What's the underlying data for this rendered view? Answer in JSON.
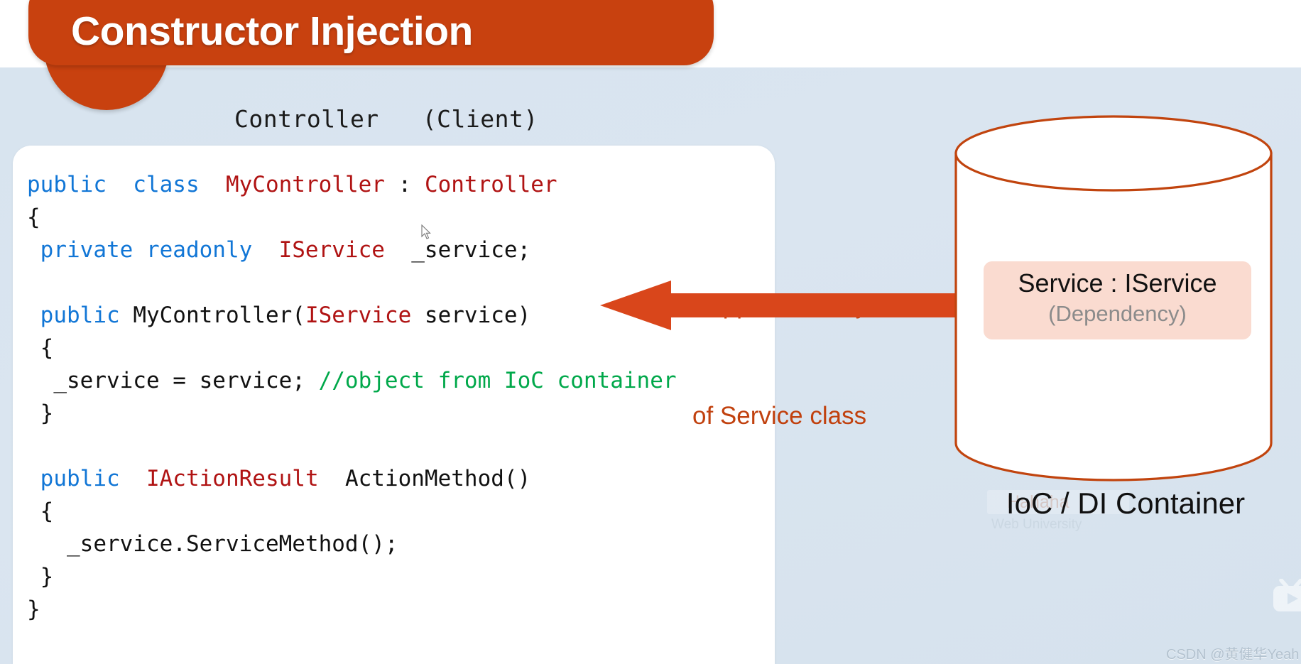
{
  "slide": {
    "title": "Constructor Injection",
    "background_color": "#d7e3ee",
    "accent_color": "#c8410f"
  },
  "left_panel": {
    "caption": "Controller   (Client)",
    "code_lines": [
      [
        {
          "t": "public  class  ",
          "c": "kw"
        },
        {
          "t": "MyController",
          "c": "ty"
        },
        {
          "t": " : ",
          "c": "pl"
        },
        {
          "t": "Controller",
          "c": "ty"
        }
      ],
      [
        {
          "t": "{",
          "c": "pl"
        }
      ],
      [
        {
          "t": " private readonly  ",
          "c": "kw"
        },
        {
          "t": "IService",
          "c": "ty"
        },
        {
          "t": "  _service;",
          "c": "pl"
        }
      ],
      [
        {
          "t": " ",
          "c": "pl"
        }
      ],
      [
        {
          "t": " public",
          "c": "kw"
        },
        {
          "t": " MyController(",
          "c": "pl"
        },
        {
          "t": "IService",
          "c": "ty"
        },
        {
          "t": " service)",
          "c": "pl"
        }
      ],
      [
        {
          "t": " {",
          "c": "pl"
        }
      ],
      [
        {
          "t": "  _service = service; ",
          "c": "pl"
        },
        {
          "t": "//object from IoC container",
          "c": "cm"
        }
      ],
      [
        {
          "t": " }",
          "c": "pl"
        }
      ],
      [
        {
          "t": " ",
          "c": "pl"
        }
      ],
      [
        {
          "t": " public  ",
          "c": "kw"
        },
        {
          "t": "IActionResult",
          "c": "ty"
        },
        {
          "t": "  ActionMethod()",
          "c": "pl"
        }
      ],
      [
        {
          "t": " {",
          "c": "pl"
        }
      ],
      [
        {
          "t": "   _service.ServiceMethod();",
          "c": "pl"
        }
      ],
      [
        {
          "t": " }",
          "c": "pl"
        }
      ],
      [
        {
          "t": "}",
          "c": "pl"
        }
      ]
    ]
  },
  "annotation": {
    "line1": "Supplies an object",
    "line2": "of Service class",
    "color": "#c1410e"
  },
  "right_panel": {
    "container_label": "IoC / DI Container",
    "service_box": {
      "title": "Service : IService",
      "subtitle": "(Dependency)",
      "background": "#fadbd0"
    },
    "cylinder_outline": "#c1440e"
  },
  "watermarks": {
    "web_university_name": "Hahaha",
    "web_university_sub": "Web University",
    "csdn": "CSDN @黄健华Yeah"
  }
}
